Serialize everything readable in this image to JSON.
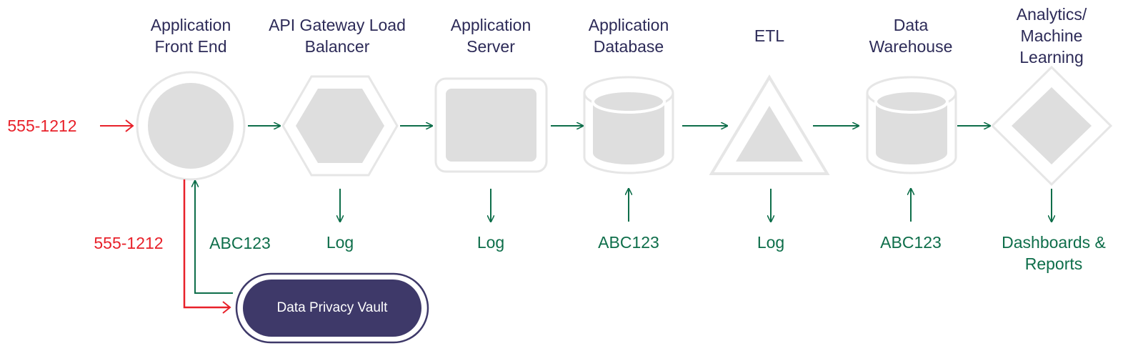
{
  "colors": {
    "node_fill": "#dedede",
    "node_stroke": "#e6e6e6",
    "text_navy": "#2d2b58",
    "green": "#0e6e4a",
    "red": "#e8212a",
    "vault_fill": "#3e3969"
  },
  "input": {
    "value": "555-1212",
    "color": "#e8212a"
  },
  "nodes": [
    {
      "title": "Application\nFront End",
      "shape": "circle-icon"
    },
    {
      "title": "API Gateway Load\nBalancer",
      "shape": "hexagon-icon",
      "side_label": "Log",
      "side_direction": "out"
    },
    {
      "title": "Application\nServer",
      "shape": "rounded-square-icon",
      "side_label": "Log",
      "side_direction": "out"
    },
    {
      "title": "Application\nDatabase",
      "shape": "cylinder-icon",
      "side_label": "ABC123",
      "side_direction": "in"
    },
    {
      "title": "ETL",
      "shape": "triangle-icon",
      "side_label": "Log",
      "side_direction": "out"
    },
    {
      "title": "Data\nWarehouse",
      "shape": "cylinder-icon",
      "side_label": "ABC123",
      "side_direction": "in"
    },
    {
      "title": "Analytics/\nMachine\nLearning",
      "shape": "diamond-icon",
      "side_label": "Dashboards &\nReports",
      "side_direction": "out"
    }
  ],
  "vault": {
    "label": "Data Privacy Vault",
    "request_value": "555-1212",
    "response_value": "ABC123"
  }
}
